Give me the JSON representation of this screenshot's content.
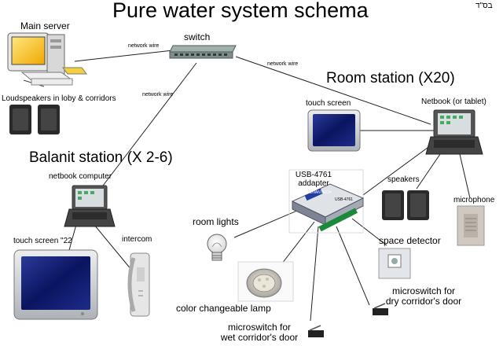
{
  "title": "Pure water system schema",
  "corner_mark": "בס\"ד",
  "labels": {
    "main_server": "Main server",
    "switch": "switch",
    "loudspeakers": "Loudspeakers in loby & corridors",
    "room_station": "Room station (X20)",
    "balanit_station": "Balanit station (X 2-6)",
    "touch_screen": "touch screen",
    "netbook_tablet": "Netbook (or tablet)",
    "netbook_computer": "netbook computer",
    "usb_adapter_1": "USB-4761",
    "usb_adapter_2": "addapter",
    "speakers": "speakers",
    "microphone": "microphone",
    "room_lights": "room lights",
    "space_detector": "space detector",
    "touch_screen_22": "touch screen \"22",
    "intercom": "intercom",
    "color_lamp": "color changeable lamp",
    "microswitch_dry_1": "microswitch for",
    "microswitch_dry_2": "dry corridor's door",
    "microswitch_wet_1": "microswitch for",
    "microswitch_wet_2": "wet corridor's door"
  },
  "wire_labels": {
    "server_switch": "network wire",
    "switch_room": "network wire",
    "switch_balanit": "network wire"
  },
  "device_text": {
    "usb_brand": "ADVANTECH",
    "usb_model": "USB-4761"
  }
}
